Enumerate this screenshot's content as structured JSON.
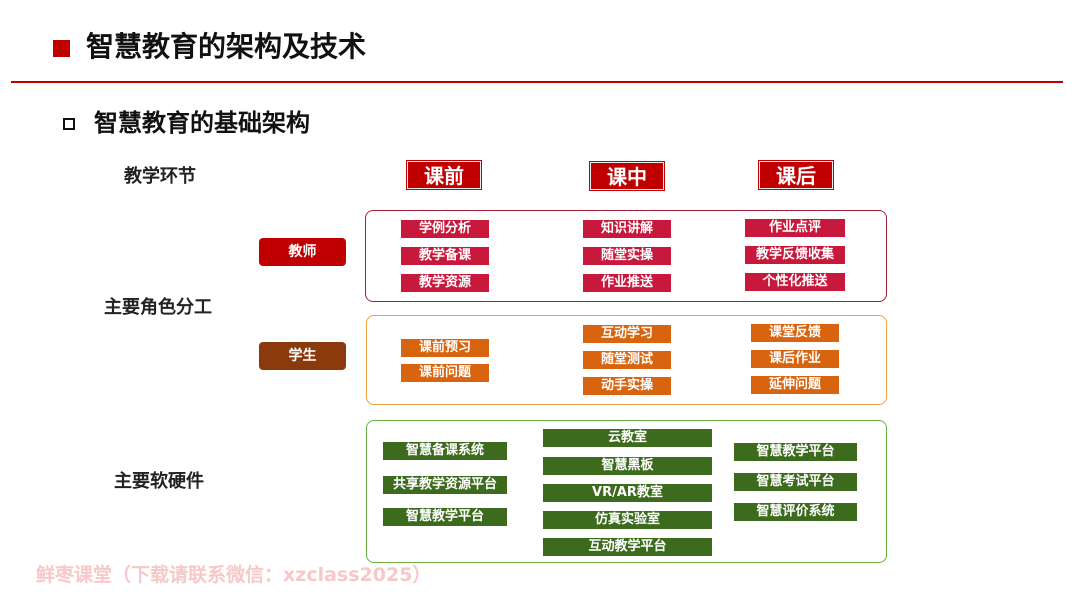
{
  "header": {
    "title": "智慧教育的架构及技术",
    "subtitle": "智慧教育的基础架构"
  },
  "row_labels": {
    "teaching_stage": "教学环节",
    "roles": "主要角色分工",
    "hardware": "主要软硬件"
  },
  "phases": [
    "课前",
    "课中",
    "课后"
  ],
  "roles": {
    "teacher": "教师",
    "student": "学生"
  },
  "teacher_items": {
    "before": [
      "学例分析",
      "教学备课",
      "教学资源"
    ],
    "during": [
      "知识讲解",
      "随堂实操",
      "作业推送"
    ],
    "after": [
      "作业点评",
      "教学反馈收集",
      "个性化推送"
    ]
  },
  "student_items": {
    "before": [
      "课前预习",
      "课前问题"
    ],
    "during": [
      "互动学习",
      "随堂测试",
      "动手实操"
    ],
    "after": [
      "课堂反馈",
      "课后作业",
      "延伸问题"
    ]
  },
  "hardware_items": {
    "left": [
      "智慧备课系统",
      "共享教学资源平台",
      "智慧教学平台"
    ],
    "middle": [
      "云教室",
      "智慧黑板",
      "VR/AR教室",
      "仿真实验室",
      "互动教学平台"
    ],
    "right": [
      "智慧教学平台",
      "智慧考试平台",
      "智慧评价系统"
    ]
  },
  "watermark": "鲜枣课堂（下载请联系微信：xzclass2025）",
  "colors": {
    "accent": "#c00000",
    "teacher_item": "#c8193c",
    "student_item": "#d8640f",
    "hardware_item": "#3d6b1e",
    "student_role": "#8b3a0e"
  }
}
